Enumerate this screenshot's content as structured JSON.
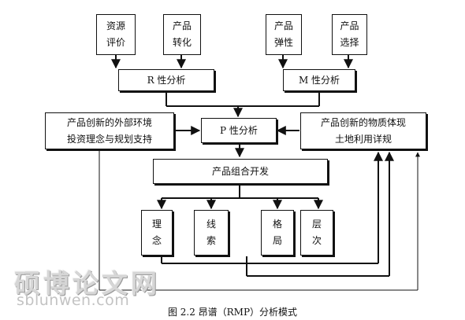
{
  "nodes": {
    "resource_eval": {
      "line1": "资源",
      "line2": "评价"
    },
    "product_transform": {
      "line1": "产品",
      "line2": "转化"
    },
    "product_elasticity": {
      "line1": "产品",
      "line2": "弹性"
    },
    "product_selection": {
      "line1": "产品",
      "line2": "选择"
    },
    "r_analysis": "R 性分析",
    "m_analysis": "M 性分析",
    "external_env": {
      "line1": "产品创新的外部环境",
      "line2": "投资理念与规划支持"
    },
    "p_analysis": "P 性分析",
    "physical_land": {
      "line1": "产品创新的物质体现",
      "line2": "土地利用详规"
    },
    "portfolio_dev": "产品组合开发",
    "concept": {
      "line1": "理",
      "line2": "念"
    },
    "route": {
      "line1": "线",
      "line2": "索"
    },
    "pattern": {
      "line1": "格",
      "line2": "局"
    },
    "level": {
      "line1": "层",
      "line2": "次"
    }
  },
  "watermark": {
    "chinese": "硕博论文网",
    "site": "sblunwen.com"
  },
  "caption": "图 2.2 昂谱（RMP）分析模式"
}
